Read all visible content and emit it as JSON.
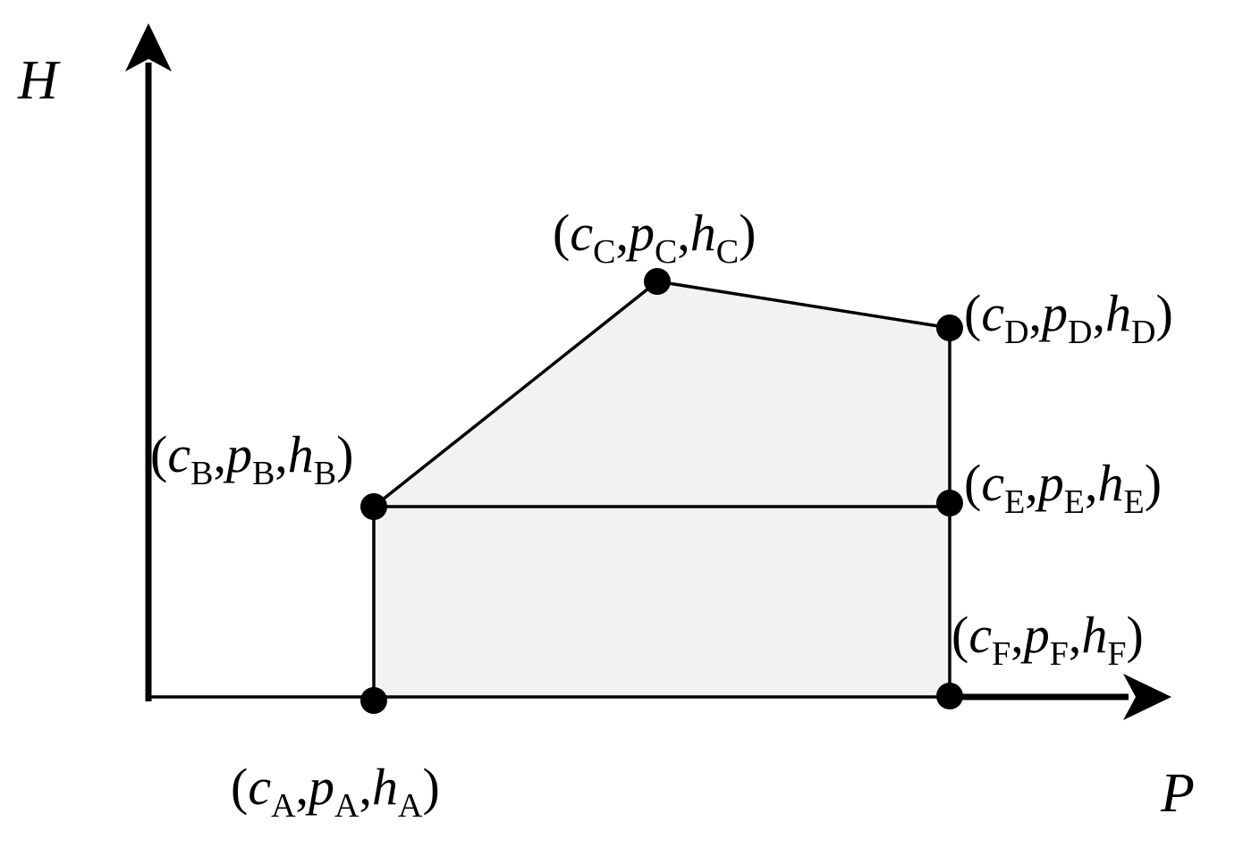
{
  "axes": {
    "y_label": "H",
    "x_label": "P"
  },
  "colors": {
    "ink": "#000000",
    "fill": "#f2f2f2"
  },
  "points": [
    {
      "id": "A",
      "c": "c",
      "p": "p",
      "h": "h",
      "sub": "A"
    },
    {
      "id": "B",
      "c": "c",
      "p": "p",
      "h": "h",
      "sub": "B"
    },
    {
      "id": "C",
      "c": "c",
      "p": "p",
      "h": "h",
      "sub": "C"
    },
    {
      "id": "D",
      "c": "c",
      "p": "p",
      "h": "h",
      "sub": "D"
    },
    {
      "id": "E",
      "c": "c",
      "p": "p",
      "h": "h",
      "sub": "E"
    },
    {
      "id": "F",
      "c": "c",
      "p": "p",
      "h": "h",
      "sub": "F"
    }
  ]
}
